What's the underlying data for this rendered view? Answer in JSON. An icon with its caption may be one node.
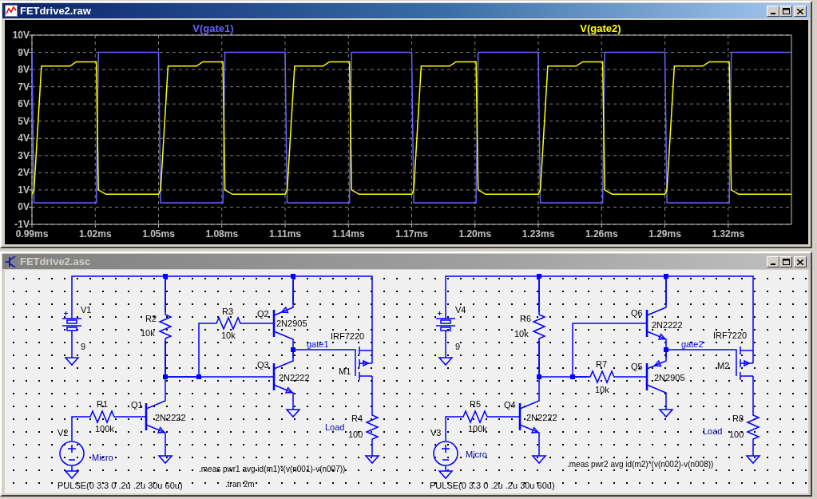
{
  "diagram": {
    "nodes": [
      {
        "text": [
          "V1",
          "9"
        ]
      },
      {
        "text": [
          "R2",
          "10k"
        ]
      },
      {
        "text": [
          "R3",
          "10k"
        ]
      },
      {
        "text": [
          "Q2",
          "2N2905"
        ]
      },
      {
        "text": [
          "Q3",
          "2N2222"
        ]
      },
      {
        "text": [
          "IRF7220",
          "M1"
        ]
      },
      {
        "text": [
          "Q1",
          "2N2222"
        ]
      },
      {
        "text": [
          "R1",
          "100k"
        ]
      },
      {
        "text": [
          "V2",
          "PULSE(0 3.3 0 .2u .2u 30u 60u)"
        ]
      },
      {
        "text": [
          "R4",
          "100"
        ]
      },
      {
        "text": [
          "V4",
          "9"
        ]
      },
      {
        "text": [
          "R6",
          "10k"
        ]
      },
      {
        "text": [
          "R7",
          "10k"
        ]
      },
      {
        "text": [
          "Q6",
          "2N2222"
        ]
      },
      {
        "text": [
          "Q5",
          "2N2905"
        ]
      },
      {
        "text": [
          "IRF7220",
          "M2"
        ]
      },
      {
        "text": [
          "Q4",
          "2N2222"
        ]
      },
      {
        "text": [
          "R5",
          "100k"
        ]
      },
      {
        "text": [
          "V3",
          "PULSE(0 3.3 0 .2u .2u 30u 60u)"
        ]
      },
      {
        "text": [
          "R8",
          "100"
        ]
      }
    ],
    "edges": [
      {
        "from": 0,
        "to": 1,
        "arrow": "none"
      },
      {
        "from": 1,
        "to": 3,
        "arrow": "none"
      },
      {
        "from": 3,
        "to": 5,
        "arrow": "none"
      },
      {
        "from": 1,
        "to": 6,
        "arrow": "none"
      },
      {
        "from": 1,
        "to": 4,
        "arrow": "none"
      },
      {
        "from": 1,
        "to": 2,
        "arrow": "none"
      },
      {
        "from": 2,
        "to": 3,
        "arrow": "none"
      },
      {
        "from": 3,
        "to": 4,
        "arrow": "none"
      },
      {
        "from": 4,
        "to": 5,
        "arrow": "none"
      },
      {
        "from": 5,
        "to": 9,
        "arrow": "none"
      },
      {
        "from": 8,
        "to": 7,
        "arrow": "none"
      },
      {
        "from": 7,
        "to": 6,
        "arrow": "none"
      },
      {
        "from": 10,
        "to": 11,
        "arrow": "none"
      },
      {
        "from": 11,
        "to": 13,
        "arrow": "none"
      },
      {
        "from": 13,
        "to": 15,
        "arrow": "none"
      },
      {
        "from": 11,
        "to": 16,
        "arrow": "none"
      },
      {
        "from": 11,
        "to": 12,
        "arrow": "none"
      },
      {
        "from": 12,
        "to": 13,
        "arrow": "none"
      },
      {
        "from": 12,
        "to": 14,
        "arrow": "none"
      },
      {
        "from": 13,
        "to": 14,
        "arrow": "none"
      },
      {
        "from": 14,
        "to": 15,
        "arrow": "none"
      },
      {
        "from": 15,
        "to": 19,
        "arrow": "none"
      },
      {
        "from": 18,
        "to": 17,
        "arrow": "none"
      },
      {
        "from": 17,
        "to": 16,
        "arrow": "none"
      }
    ],
    "labels": [
      "FETdrive2.raw",
      "FETdrive2.asc",
      "gate1",
      "Micro",
      "Load",
      ".meas pwr1 avg id(m1)*(v(n001)-v(n007))",
      ".tran 2m",
      "gate2",
      "Micro",
      "Load",
      ".meas pwr2 avg id(m2)*(v(n002)-v(n008))"
    ],
    "chart_data": {
      "type": "line",
      "grid": true,
      "x": [
        0.99,
        0.991,
        0.9945,
        1.008,
        1.011,
        1.0205,
        1.0215,
        1.025,
        1.05,
        1.051,
        1.0545,
        1.068,
        1.071,
        1.0805,
        1.0815,
        1.085,
        1.11,
        1.111,
        1.1145,
        1.128,
        1.131,
        1.1405,
        1.1415,
        1.145,
        1.17,
        1.171,
        1.1745,
        1.188,
        1.191,
        1.2005,
        1.2015,
        1.205,
        1.23,
        1.231,
        1.2345,
        1.248,
        1.251,
        1.2605,
        1.2615,
        1.265,
        1.29,
        1.291,
        1.2945,
        1.308,
        1.311,
        1.3205,
        1.3215,
        1.325,
        1.35
      ],
      "series": [
        {
          "name": "V(gate1)",
          "color": "#6464ff",
          "values": [
            9,
            0.25,
            0.25,
            0.25,
            0.25,
            0.25,
            9,
            9,
            9,
            0.25,
            0.25,
            0.25,
            0.25,
            0.25,
            9,
            9,
            9,
            0.25,
            0.25,
            0.25,
            0.25,
            0.25,
            9,
            9,
            9,
            0.25,
            0.25,
            0.25,
            0.25,
            0.25,
            9,
            9,
            9,
            0.25,
            0.25,
            0.25,
            0.25,
            0.25,
            9,
            9,
            9,
            0.25,
            0.25,
            0.25,
            0.25,
            0.25,
            9,
            9,
            9
          ]
        },
        {
          "name": "V(gate2)",
          "color": "#ffff00",
          "values": [
            0.75,
            1,
            8.2,
            8.2,
            8.45,
            8.45,
            1,
            0.75,
            0.75,
            1,
            8.2,
            8.2,
            8.45,
            8.45,
            1,
            0.75,
            0.75,
            1,
            8.2,
            8.2,
            8.45,
            8.45,
            1,
            0.75,
            0.75,
            1,
            8.2,
            8.2,
            8.45,
            8.45,
            1,
            0.75,
            0.75,
            1,
            8.2,
            8.2,
            8.45,
            8.45,
            1,
            0.75,
            0.75,
            1,
            8.2,
            8.2,
            8.45,
            8.45,
            1,
            0.75,
            0.75
          ]
        }
      ],
      "xlim": [
        0.99,
        1.35
      ],
      "ylim": [
        -1,
        10
      ],
      "xticks": [
        {
          "value": 0.99,
          "label": "0.99ms"
        },
        {
          "value": 1.02,
          "label": "1.02ms"
        },
        {
          "value": 1.05,
          "label": "1.05ms"
        },
        {
          "value": 1.08,
          "label": "1.08ms"
        },
        {
          "value": 1.11,
          "label": "1.11ms"
        },
        {
          "value": 1.14,
          "label": "1.14ms"
        },
        {
          "value": 1.17,
          "label": "1.17ms"
        },
        {
          "value": 1.2,
          "label": "1.20ms"
        },
        {
          "value": 1.23,
          "label": "1.23ms"
        },
        {
          "value": 1.26,
          "label": "1.26ms"
        },
        {
          "value": 1.29,
          "label": "1.29ms"
        },
        {
          "value": 1.32,
          "label": "1.32ms"
        }
      ],
      "yticks": [
        {
          "value": 10,
          "label": "10V"
        },
        {
          "value": 9,
          "label": "9V"
        },
        {
          "value": 8,
          "label": "8V"
        },
        {
          "value": 7,
          "label": "7V"
        },
        {
          "value": 6,
          "label": "6V"
        },
        {
          "value": 5,
          "label": "5V"
        },
        {
          "value": 4,
          "label": "4V"
        },
        {
          "value": 3,
          "label": "3V"
        },
        {
          "value": 2,
          "label": "2V"
        },
        {
          "value": 1,
          "label": "1V"
        },
        {
          "value": 0,
          "label": "0V"
        },
        {
          "value": -1,
          "label": "-1V"
        }
      ]
    }
  }
}
